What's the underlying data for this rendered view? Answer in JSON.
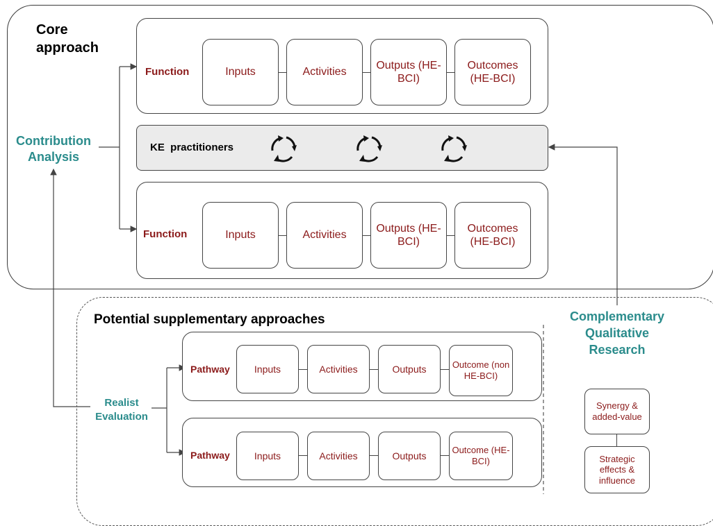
{
  "core": {
    "title": "Core approach"
  },
  "functions": [
    {
      "label": "Function",
      "boxes": [
        "Inputs",
        "Activities",
        "Outputs (HE-BCI)",
        "Outcomes (HE-BCI)"
      ]
    },
    {
      "label": "Function",
      "boxes": [
        "Inputs",
        "Activities",
        "Outputs (HE-BCI)",
        "Outcomes (HE-BCI)"
      ]
    }
  ],
  "ke": {
    "label": "KE  practitioners"
  },
  "contribution": {
    "label": "Contribution Analysis"
  },
  "supplementary": {
    "title": "Potential supplementary approaches"
  },
  "realist": {
    "label": "Realist Evaluation"
  },
  "pathways": [
    {
      "label": "Pathway",
      "boxes": [
        "Inputs",
        "Activities",
        "Outputs",
        "Outcome (non HE-BCI)"
      ]
    },
    {
      "label": "Pathway",
      "boxes": [
        "Inputs",
        "Activities",
        "Outputs",
        "Outcome (HE-BCI)"
      ]
    }
  ],
  "complementary": {
    "title": "Complementary Qualitative Research",
    "boxes": [
      "Synergy & added-value",
      "Strategic effects & influence"
    ]
  },
  "colors": {
    "dark_red": "#8b1a1a",
    "teal": "#2b8c8c",
    "ke_fill": "#ebebeb"
  },
  "icons": [
    "cycle-arrows-icon",
    "cycle-arrows-icon",
    "cycle-arrows-icon"
  ]
}
